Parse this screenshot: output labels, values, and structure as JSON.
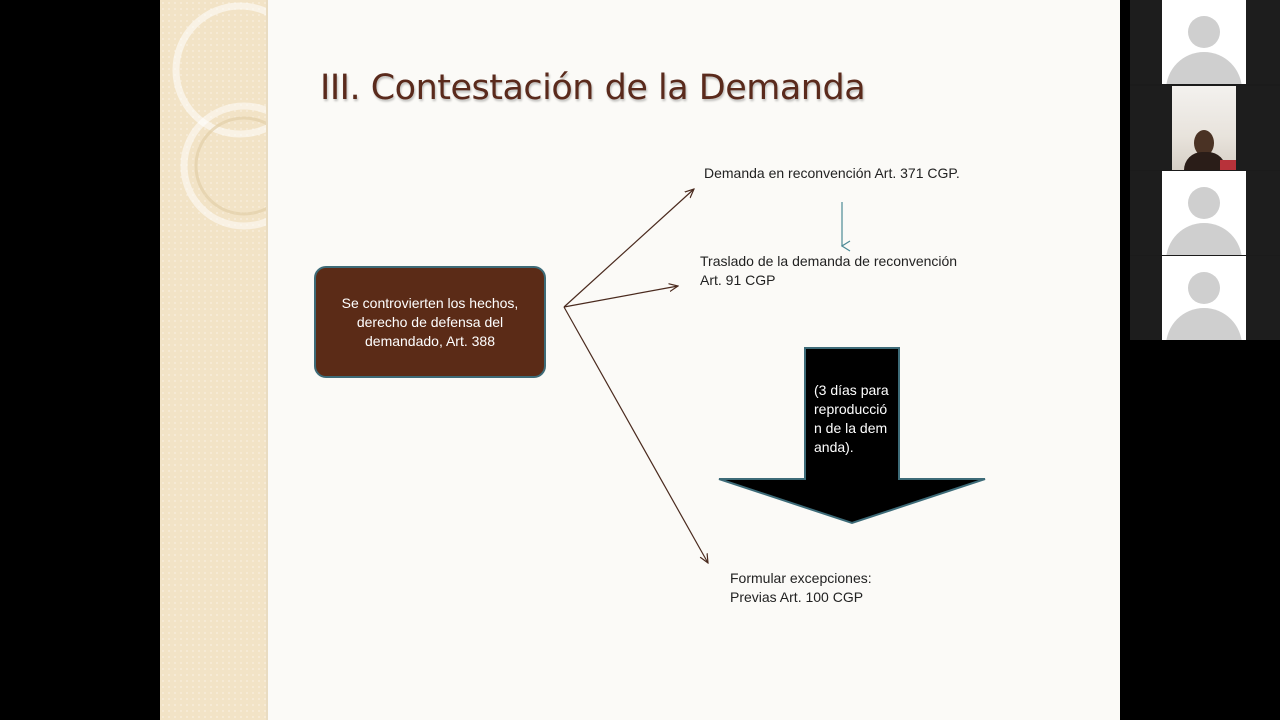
{
  "slide": {
    "title": "III. Contestación de la Demanda",
    "main_box": "Se controvierten los hechos, derecho de defensa del demandado, Art. 388",
    "nodes": {
      "reconvencion": "Demanda  en reconvención Art. 371 CGP.",
      "traslado_line1": "Traslado de la demanda de reconvención",
      "traslado_line2": "Art. 91 CGP",
      "excepciones_line1": "Formular excepciones:",
      "excepciones_line2": "Previas Art. 100 CGP"
    },
    "big_arrow_text": "(3 días para reproducción de la demanda).",
    "colors": {
      "title": "#5a2a1c",
      "main_box_fill": "#5b2b17",
      "main_box_border": "#3d6b78",
      "connector": "#4a2a1e",
      "small_arrow": "#4d8a96",
      "big_arrow_fill": "#000000",
      "big_arrow_border": "#3d6b78"
    }
  },
  "participants": [
    {
      "kind": "avatar-placeholder"
    },
    {
      "kind": "video-feed"
    },
    {
      "kind": "avatar-placeholder"
    },
    {
      "kind": "avatar-placeholder"
    }
  ]
}
